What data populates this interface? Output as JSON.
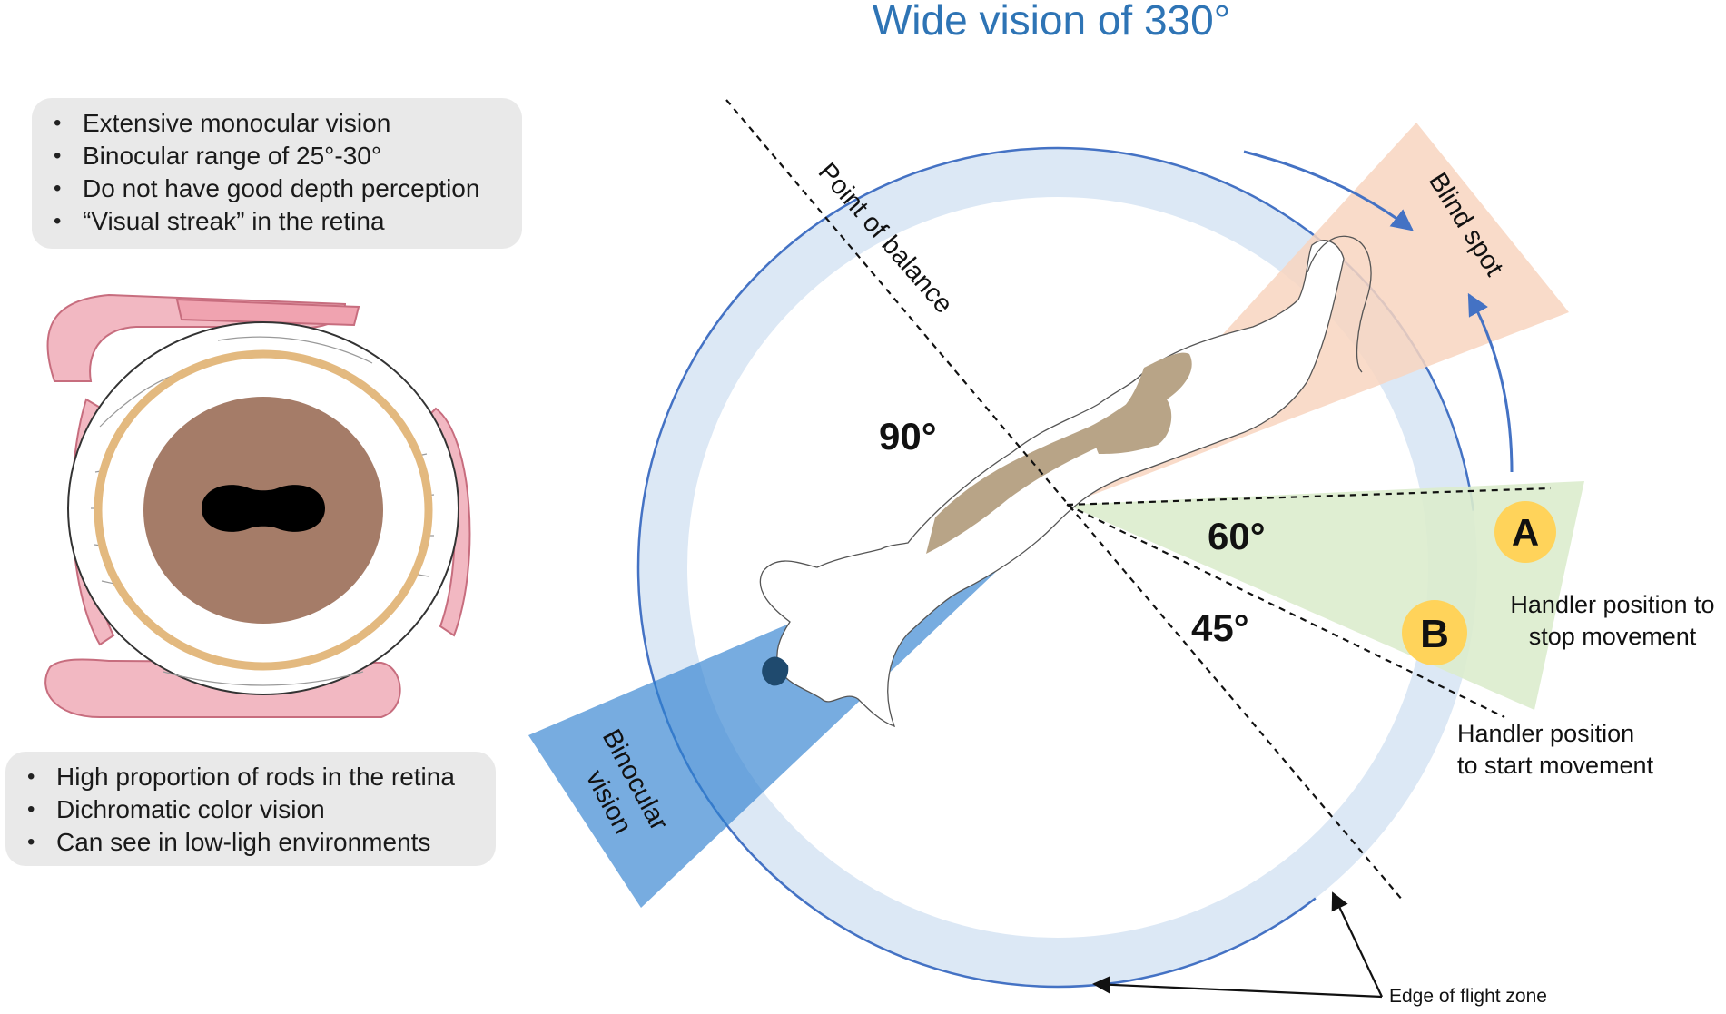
{
  "title": "Wide vision of 330°",
  "top_box": {
    "items": [
      "Extensive monocular vision",
      "Binocular range of 25°-30°",
      "Do not have good depth perception",
      "“Visual streak” in the retina"
    ]
  },
  "bottom_box": {
    "items": [
      "High proportion of rods in the retina",
      "Dichromatic color vision",
      "Can see in low-ligh environments"
    ]
  },
  "labels": {
    "point_of_balance": "Point of balance",
    "blind_spot": "Blind spot",
    "binocular_1": "Binocular",
    "binocular_2": "vision",
    "angle_90": "90°",
    "angle_60": "60°",
    "angle_45": "45°",
    "marker_a": "A",
    "marker_b": "B",
    "handler_stop_1": "Handler position to",
    "handler_stop_2": "stop movement",
    "handler_start_1": "Handler position",
    "handler_start_2": "to start movement",
    "edge_flight_zone": "Edge of flight zone"
  },
  "colors": {
    "title": "#2e74b5",
    "ring": "#dce8f5",
    "circle_line": "#4472c4",
    "blind_spot_fill": "#f8d5bf",
    "binocular_fill": "#2e7fcf",
    "handler_zone_fill": "#dceccd",
    "marker_fill": "#ffd35a",
    "cow_body": "#b8a487"
  }
}
